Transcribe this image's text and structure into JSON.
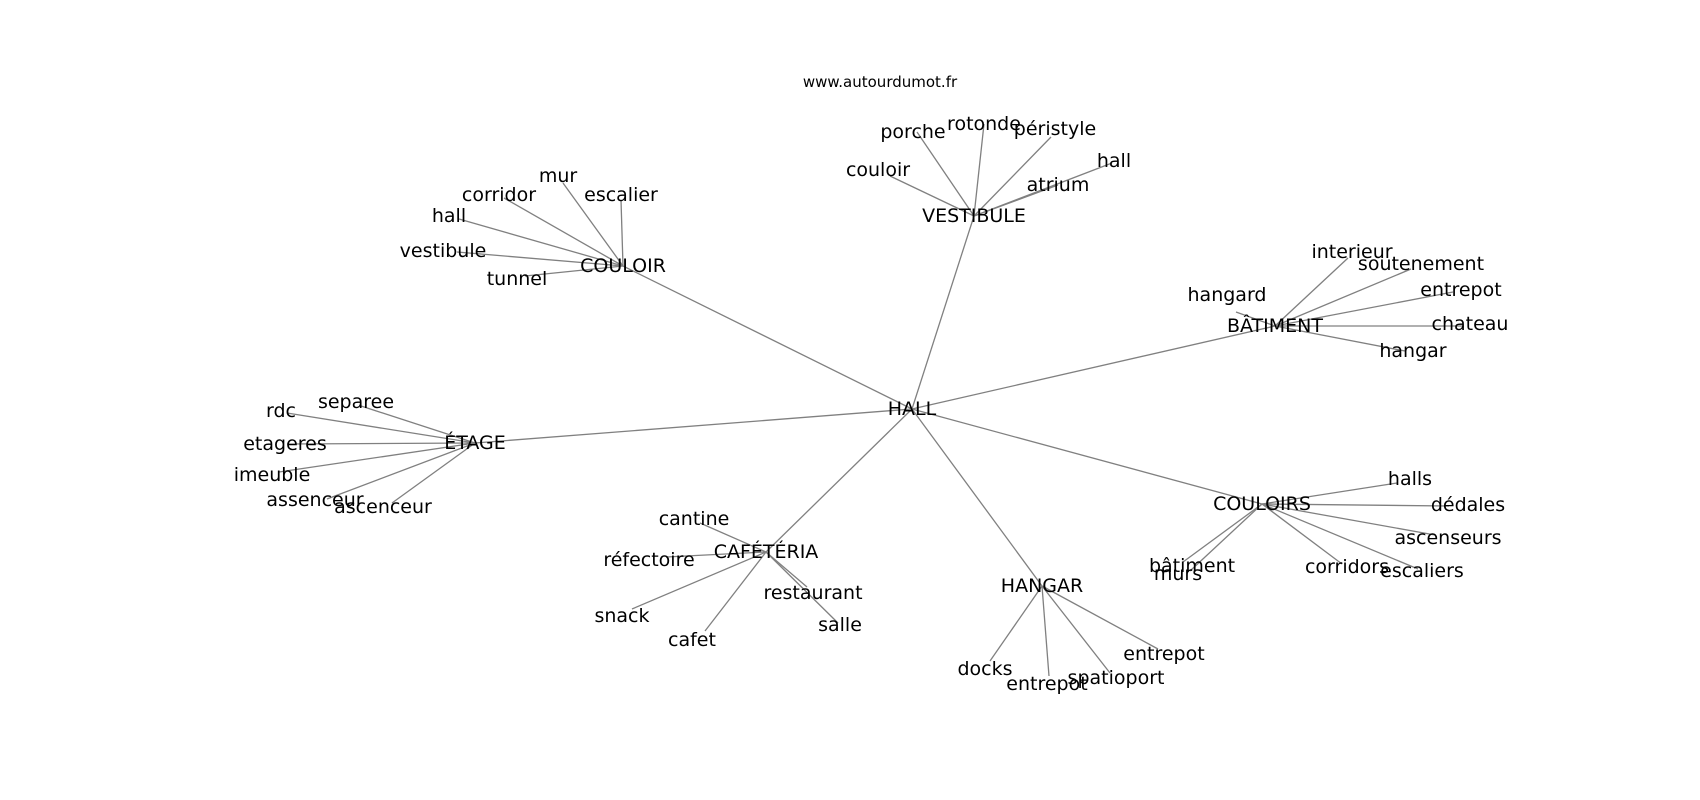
{
  "source": "www.autourdumot.fr",
  "center": "HALL",
  "clusters": [
    {
      "label": "VESTIBULE",
      "leaves": [
        "couloir",
        "porche",
        "rotonde",
        "péristyle",
        "hall",
        "atrium"
      ]
    },
    {
      "label": "COULOIR",
      "leaves": [
        "mur",
        "escalier",
        "corridor",
        "hall",
        "vestibule",
        "tunnel"
      ]
    },
    {
      "label": "BÂTIMENT",
      "leaves": [
        "interieur",
        "soutenement",
        "hangard",
        "entrepot",
        "chateau",
        "hangar"
      ]
    },
    {
      "label": "ÉTAGE",
      "leaves": [
        "separee",
        "rdc",
        "etageres",
        "imeuble",
        "assenceur",
        "ascenceur"
      ]
    },
    {
      "label": "COULOIRS",
      "leaves": [
        "halls",
        "dédales",
        "ascenseurs",
        "bâtiment",
        "murs",
        "corridors",
        "escaliers"
      ]
    },
    {
      "label": "CAFÉTÉRIA",
      "leaves": [
        "cantine",
        "réfectoire",
        "snack",
        "cafet",
        "restaurant",
        "salle"
      ]
    },
    {
      "label": "HANGAR",
      "leaves": [
        "entrepot",
        "docks",
        "entrepot",
        "spatioport"
      ]
    }
  ]
}
